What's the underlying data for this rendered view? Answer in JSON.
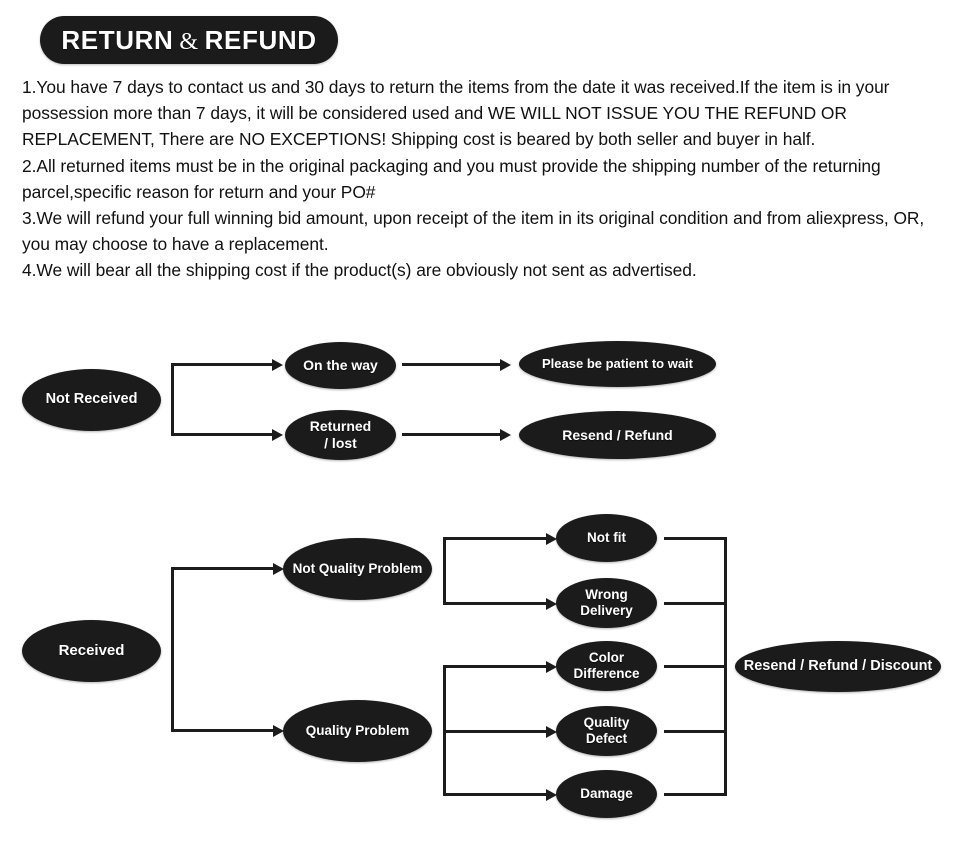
{
  "header": {
    "title_part1": "RETURN",
    "title_amp": "&",
    "title_part2": "REFUND"
  },
  "policy": {
    "items": [
      "1.You have 7 days to contact us and 30 days to return the items from the date it was received.If the item is in your possession more than 7 days, it will be considered used and WE WILL NOT ISSUE YOU THE REFUND OR REPLACEMENT, There are NO EXCEPTIONS! Shipping cost is beared by both seller and buyer in half.",
      "2.All returned items must be in the original packaging and you must provide the shipping number of the returning parcel,specific reason for return and your PO#",
      "3.We will refund your full winning bid amount, upon receipt of the item in its original condition and from aliexpress, OR, you may choose to have a replacement.",
      "4.We will bear all the shipping cost if the product(s) are obviously not sent as advertised."
    ]
  },
  "flowchart_not_received": {
    "root": "Not Received",
    "branches": [
      {
        "cause": "On the way",
        "outcome": "Please be patient to wait"
      },
      {
        "cause": "Returned\n/   lost",
        "outcome": "Resend / Refund"
      }
    ]
  },
  "flowchart_received": {
    "root": "Received",
    "categories": [
      {
        "label": "Not Quality Problem",
        "reasons": [
          "Not fit",
          "Wrong\nDelivery"
        ]
      },
      {
        "label": "Quality Problem",
        "reasons": [
          "Color\nDifference",
          "Quality\nDefect",
          "Damage"
        ]
      }
    ],
    "outcome": "Resend / Refund / Discount"
  },
  "colors": {
    "node_fill": "#1b1b1b",
    "node_text": "#ffffff",
    "line": "#1c1c1c",
    "page_background": "#ffffff",
    "body_text": "#111111"
  }
}
